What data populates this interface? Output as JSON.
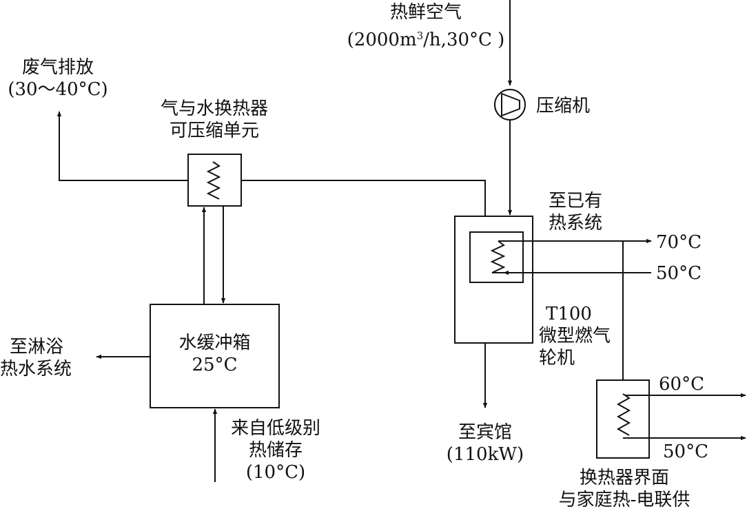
{
  "labels": {
    "fresh_air": "热鲜空气",
    "fresh_air_spec_pre": "(2000m",
    "fresh_air_spec_sup": "3",
    "fresh_air_spec_post": "/h,30°C )",
    "compressor": "压缩机",
    "exhaust": "废气排放",
    "exhaust_temp": "(30～40°C)",
    "hx_title_1": "气与水换热器",
    "hx_title_2": "可压缩单元",
    "existing_heat_1": "至已有",
    "existing_heat_2": "热系统",
    "temp_70": "70°C",
    "temp_50_top": "50°C",
    "turbine_1": "T100",
    "turbine_2": "微型燃气",
    "turbine_3": "轮机",
    "shower_1": "至淋浴",
    "shower_2": "热水系统",
    "tank_1": "水缓冲箱",
    "tank_2": "25°C",
    "low_grade_1": "来自低级别",
    "low_grade_2": "热储存",
    "low_grade_3": "(10°C)",
    "hotel_1": "至宾馆",
    "hotel_2": "(110kW)",
    "temp_60": "60°C",
    "temp_50_bottom": "50°C",
    "interface_1": "换热器界面",
    "interface_2": "与家庭热-电联供"
  },
  "colors": {
    "stroke": "#111111",
    "background": "#ffffff"
  }
}
